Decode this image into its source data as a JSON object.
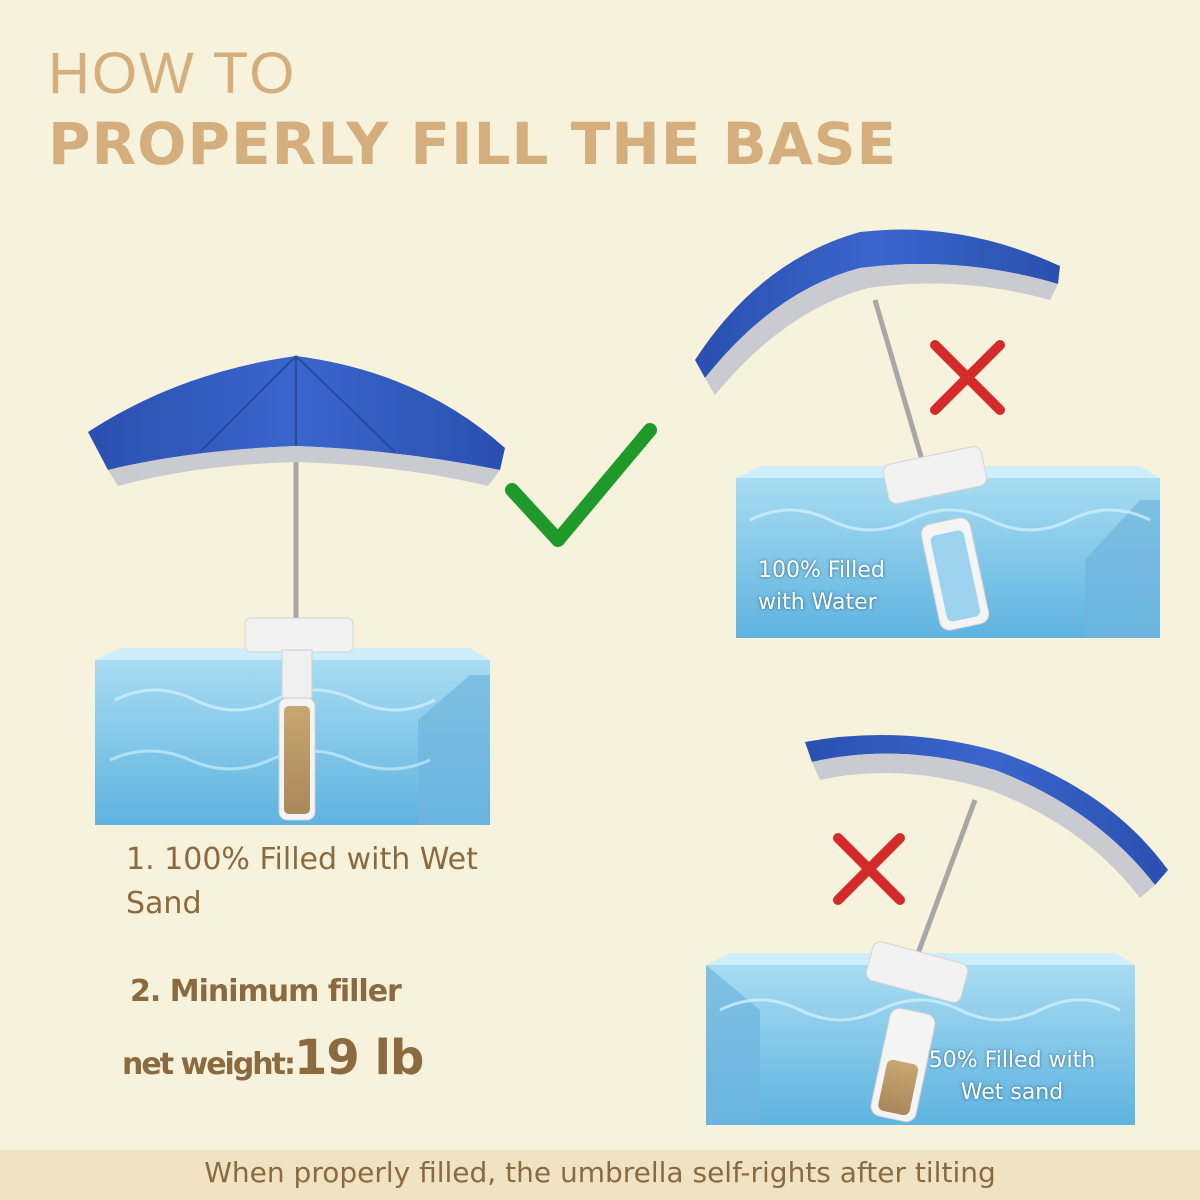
{
  "title": {
    "line1": "HOW TO",
    "line2": "PROPERLY FILL THE BASE"
  },
  "correct_example": {
    "mark": "checkmark-icon",
    "caption_1": "1.  100% Filled with Wet Sand",
    "caption_2": "2.  Minimum filler",
    "net_weight_label": "net weight:",
    "net_weight_value": "19 lb"
  },
  "wrong_example_water": {
    "mark": "cross-icon",
    "label": "100% Filled with Water"
  },
  "wrong_example_half_sand": {
    "mark": "cross-icon",
    "label": "50% Filled with Wet sand"
  },
  "footer": {
    "text": "When properly filled, the umbrella self-rights after tilting"
  },
  "colors": {
    "background": "#f7f2dc",
    "title": "#d4ae7d",
    "caption": "#8a6a3e",
    "umbrella": "#2f57b8",
    "water": "#7ec3e6",
    "check": "#1f9a2a",
    "cross": "#d42a2a"
  }
}
